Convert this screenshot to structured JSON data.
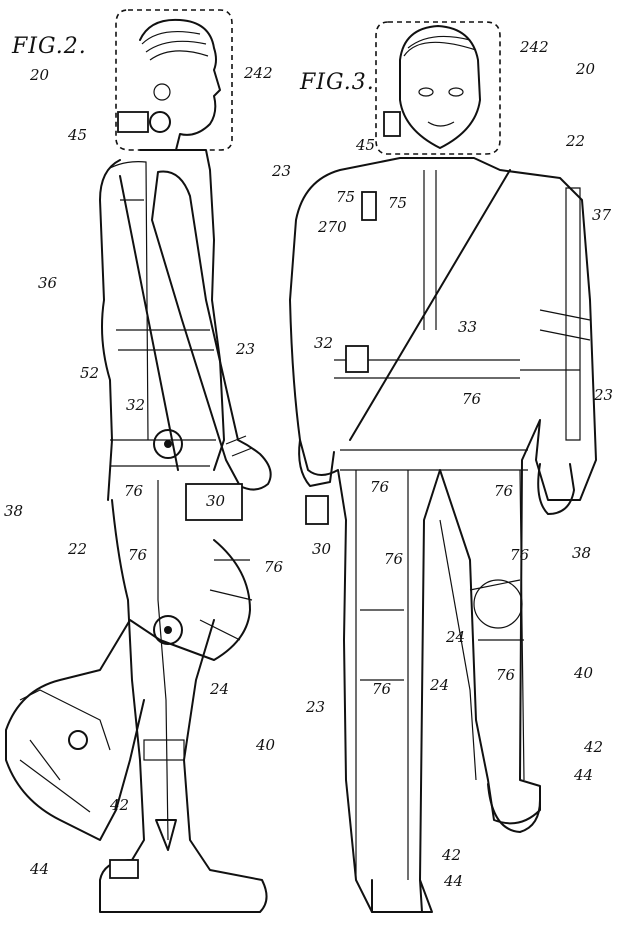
{
  "figures": [
    {
      "label": "FIG.2."
    },
    {
      "label": "FIG.3."
    }
  ],
  "reference_numerals": {
    "fig2": [
      "20",
      "242",
      "45",
      "36",
      "52",
      "23",
      "32",
      "38",
      "76",
      "30",
      "22",
      "76",
      "76",
      "24",
      "40",
      "42",
      "44"
    ],
    "fig3": [
      "242",
      "20",
      "22",
      "45",
      "23",
      "75",
      "75",
      "270",
      "37",
      "33",
      "32",
      "23",
      "76",
      "76",
      "76",
      "30",
      "38",
      "76",
      "76",
      "24",
      "40",
      "23",
      "76",
      "76",
      "24",
      "42",
      "44",
      "42",
      "44"
    ]
  }
}
